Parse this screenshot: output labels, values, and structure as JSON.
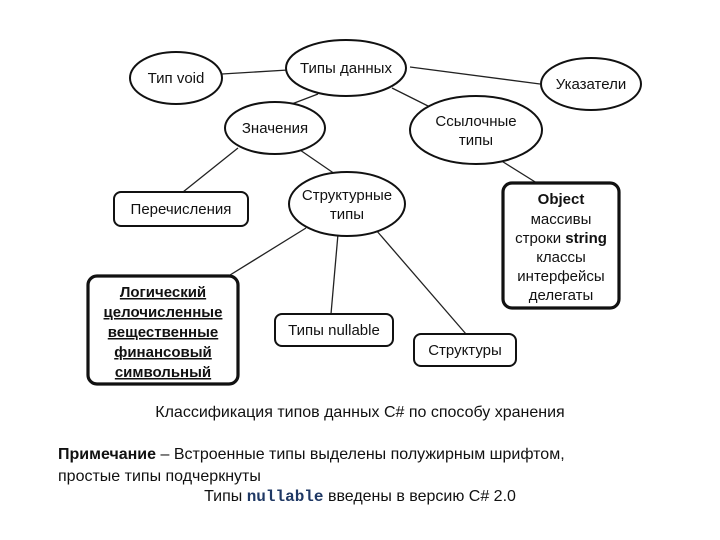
{
  "nodes": {
    "data_types": "Типы данных",
    "void_type": "Тип void",
    "pointers": "Указатели",
    "values": "Значения",
    "reference_types_1": "Ссылочные",
    "reference_types_2": "типы",
    "enumerations": "Перечисления",
    "struct_types_1": "Структурные",
    "struct_types_2": "типы",
    "nullable_types": "Типы nullable",
    "structures": "Структуры",
    "reference_box": {
      "object": "Object",
      "arrays": "массивы",
      "strings_prefix": "строки",
      "strings_keyword": "string",
      "classes": "классы",
      "interfaces": "интерфейсы",
      "delegates": "делегаты"
    },
    "simple_box": {
      "logical": "Логический",
      "integer": "целочисленные",
      "real": "вещественные",
      "financial": "финансовый",
      "char": "символьный"
    }
  },
  "caption": "Классификация типов данных C# по способу хранения",
  "note": {
    "label": "Примечание",
    "text_line1": " – Встроенные типы выделены полужирным шрифтом,",
    "text_line2": "простые типы подчеркнуты",
    "version_prefix": "Типы ",
    "version_keyword": "nullable",
    "version_suffix": " введены в версию C# 2.0"
  }
}
